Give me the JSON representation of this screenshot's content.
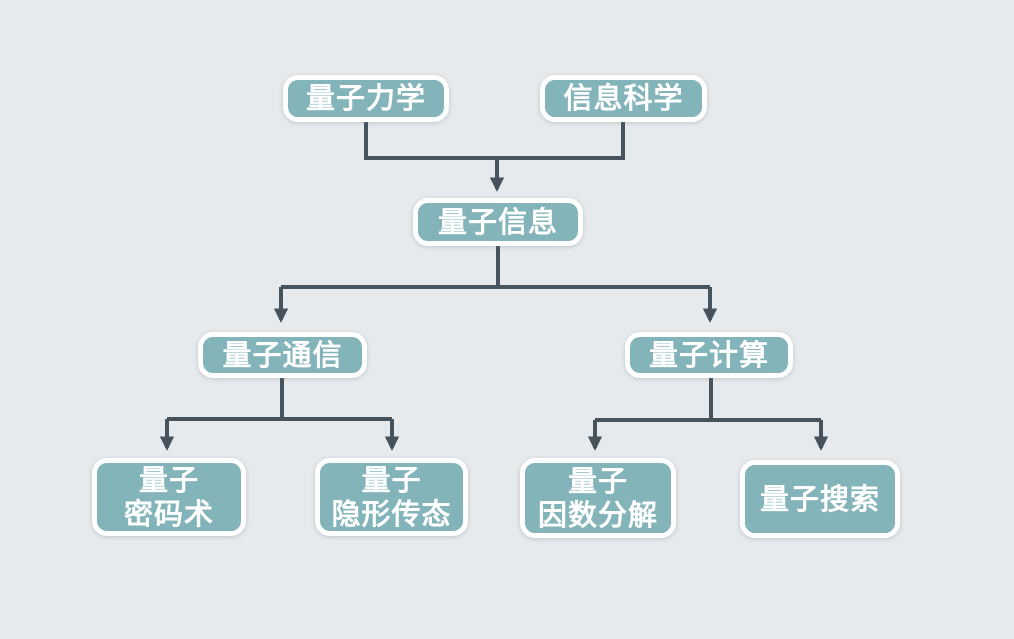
{
  "diagram": {
    "description": "quantum information concept hierarchy flowchart",
    "colors": {
      "background": "#e7eaec",
      "node_fill": "#82b4ba",
      "node_border": "#ffffff",
      "node_text": "#ffffff",
      "connector": "#46535c"
    },
    "nodes": {
      "quantum_mechanics": {
        "label": "量子力学"
      },
      "information_science": {
        "label": "信息科学"
      },
      "quantum_information": {
        "label": "量子信息"
      },
      "quantum_communication": {
        "label": "量子通信"
      },
      "quantum_computing": {
        "label": "量子计算"
      },
      "quantum_cryptography": {
        "lines": [
          "量子",
          "密码术"
        ]
      },
      "quantum_teleportation": {
        "lines": [
          "量子",
          "隐形传态"
        ]
      },
      "quantum_factoring": {
        "lines": [
          "量子",
          "因数分解"
        ]
      },
      "quantum_search": {
        "label": "量子搜索"
      }
    },
    "edges": [
      {
        "from": "quantum_mechanics",
        "to": "quantum_information"
      },
      {
        "from": "information_science",
        "to": "quantum_information"
      },
      {
        "from": "quantum_information",
        "to": "quantum_communication"
      },
      {
        "from": "quantum_information",
        "to": "quantum_computing"
      },
      {
        "from": "quantum_communication",
        "to": "quantum_cryptography"
      },
      {
        "from": "quantum_communication",
        "to": "quantum_teleportation"
      },
      {
        "from": "quantum_computing",
        "to": "quantum_factoring"
      },
      {
        "from": "quantum_computing",
        "to": "quantum_search"
      }
    ]
  }
}
